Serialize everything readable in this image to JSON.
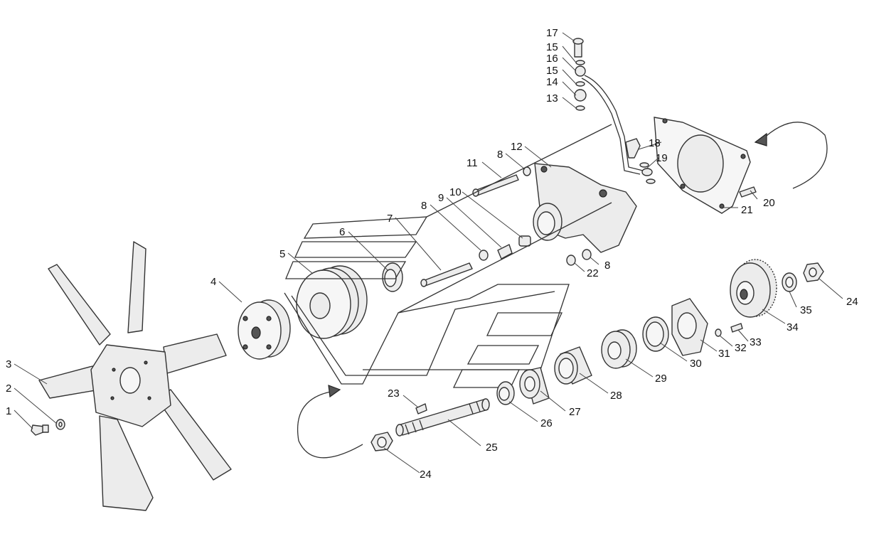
{
  "callouts": [
    {
      "id": "c1",
      "label": "1"
    },
    {
      "id": "c2",
      "label": "2"
    },
    {
      "id": "c3",
      "label": "3"
    },
    {
      "id": "c4",
      "label": "4"
    },
    {
      "id": "c5",
      "label": "5"
    },
    {
      "id": "c6",
      "label": "6"
    },
    {
      "id": "c7",
      "label": "7"
    },
    {
      "id": "c8a",
      "label": "8"
    },
    {
      "id": "c8b",
      "label": "8"
    },
    {
      "id": "c8c",
      "label": "8"
    },
    {
      "id": "c9",
      "label": "9"
    },
    {
      "id": "c10",
      "label": "10"
    },
    {
      "id": "c11",
      "label": "11"
    },
    {
      "id": "c12",
      "label": "12"
    },
    {
      "id": "c13",
      "label": "13"
    },
    {
      "id": "c14",
      "label": "14"
    },
    {
      "id": "c15a",
      "label": "15"
    },
    {
      "id": "c15b",
      "label": "15"
    },
    {
      "id": "c16",
      "label": "16"
    },
    {
      "id": "c17",
      "label": "17"
    },
    {
      "id": "c18",
      "label": "18"
    },
    {
      "id": "c19",
      "label": "19"
    },
    {
      "id": "c20",
      "label": "20"
    },
    {
      "id": "c21",
      "label": "21"
    },
    {
      "id": "c22",
      "label": "22"
    },
    {
      "id": "c23",
      "label": "23"
    },
    {
      "id": "c24a",
      "label": "24"
    },
    {
      "id": "c24b",
      "label": "24"
    },
    {
      "id": "c25",
      "label": "25"
    },
    {
      "id": "c26",
      "label": "26"
    },
    {
      "id": "c27",
      "label": "27"
    },
    {
      "id": "c28",
      "label": "28"
    },
    {
      "id": "c29",
      "label": "29"
    },
    {
      "id": "c30",
      "label": "30"
    },
    {
      "id": "c31",
      "label": "31"
    },
    {
      "id": "c32",
      "label": "32"
    },
    {
      "id": "c33",
      "label": "33"
    },
    {
      "id": "c34",
      "label": "34"
    },
    {
      "id": "c35",
      "label": "35"
    }
  ]
}
